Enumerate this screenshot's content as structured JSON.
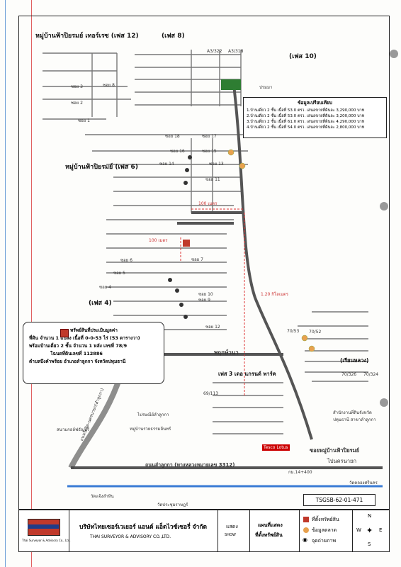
{
  "map": {
    "zones": {
      "phase12": "หมู่บ้านฟ้าปิยรมย์ เทอร์เรซ (เฟส 12)",
      "phase8": "(เฟส 8)",
      "phase10": "(เฟส 10)",
      "phase6": "หมู่บ้านฟ้าปิยรมย์ (เฟส 6)",
      "phase4": "(เฟส 4)",
      "phase3": "เฟส 3 เดอ แกรนด์ พาร์ค",
      "riansuang": "(เรียนหลวง)"
    },
    "roads": {
      "main": "ถนนลำลูกกา (ทางหลวงหมายเลข 3312)",
      "puksanwana": "พฤกษ์วนา",
      "soi_phayrom": "ซอยหมู่บ้านฟ้าปิยรมย์",
      "pai_khu": "ไปนครนายก",
      "vertical": "ถนนรังสิต-นครนายก(ลำลูกกา)"
    },
    "distances": {
      "d1": "100 เมตร",
      "d2": "100 เมตร",
      "d3": "1.20 กิโลเมตร"
    },
    "plots": [
      "70/326",
      "70/324",
      "70/52",
      "70/53",
      "69/113",
      "A3/322",
      "A3/318"
    ],
    "places": {
      "golf": "สนามกอล์ฟธัญบุรี",
      "post": "ไปรษณีย์ลำลูกกา",
      "village": "หมู่บ้านรวยธรรมลีนทร์",
      "district": "สำนักงานที่ดินจังหวัดปทุมธานี สาขาลำลูกกา",
      "temple1": "วัดแจ้งลำหิน",
      "temple2": "วัดประชุมราษฎร์",
      "temple3": "วัดคลองศรีนคร",
      "market": "ปรมมา",
      "km": "กม.14+400",
      "tesco": "Tesco Lotus"
    },
    "sois": [
      "ซอย 1",
      "ซอย 2",
      "ซอย 3",
      "ซอย 4",
      "ซอย 5",
      "ซอย 6",
      "ซอย 7",
      "ซอย 8",
      "ซอย 9",
      "ซอย 10",
      "ซอย 11",
      "ซอย 12",
      "ซอย 13",
      "ซอย 14",
      "ซอย 15",
      "ซอย 16",
      "ซอย 17",
      "ซอย 18"
    ]
  },
  "info": {
    "header": "ข้อมูลเปรียบเทียบ",
    "rows": [
      "1.บ้านเดี่ยว 2 ชั้น เนื้อที่ 53.0 ตรว. เสนอขายที่ดินละ 3,290,000 บาท",
      "2.บ้านเดี่ยว 2 ชั้น เนื้อที่ 53.0 ตรว. เสนอขายที่ดินละ 3,200,000 บาท",
      "3.บ้านเดี่ยว 2 ชั้น เนื้อที่ 61.0 ตรว. เสนอขายที่ดินละ 4,290,000 บาท",
      "4.บ้านเดี่ยว 2 ชั้น เนื้อที่ 54.0 ตรว. เสนอขายที่ดินละ 2,800,000 บาท"
    ]
  },
  "property": {
    "title": "ทรัพย์สินที่ประเมินมูลค่า",
    "l1": "ที่ดิน จำนวน 1 แปลง เนื้อที่ 0-0-53 ไร่ (53 ตารางวา)",
    "l2": "พร้อมบ้านเดี่ยว 2 ชั้น จำนวน 1 หลัง เลขที่ 78/9",
    "l3": "โฉนดที่ดินเลขที่ 112886",
    "l4": "ตำบลบึงคำพร้อย อำเภอลำลูกกา จังหวัดปทุมธานี"
  },
  "code": "TSGSB-62-01-471",
  "footer": {
    "company_th": "บริษัทไทยเซอร์เวเยอร์ แอนด์ แอ็ดไวซ์เซอรี่ จำกัด",
    "company_en": "THAI SURVEYOR & ADVISORY CO.,LTD.",
    "show_th": "แสดง",
    "show_en": "SHOW",
    "map_th1": "แผนที่แสดง",
    "map_th2": "ที่ตั้งทรัพย์สิน",
    "legend": [
      "ที่ตั้งทรัพย์สิน",
      "ข้อมูลตลาด",
      "จุดถ่ายภาพ"
    ],
    "logo_text": "Thai Surveyor & Advisory Co., Ltd."
  },
  "compass": {
    "n": "N",
    "s": "S",
    "e": "E",
    "w": "W"
  }
}
